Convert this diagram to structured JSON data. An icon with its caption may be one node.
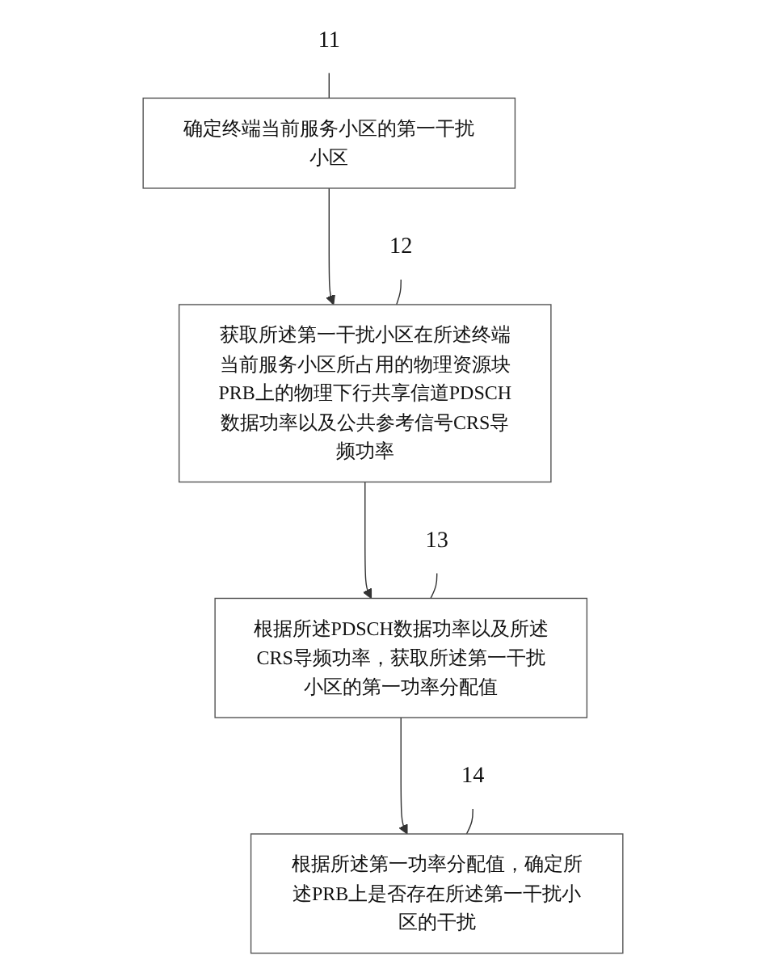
{
  "diagram": {
    "nodes": [
      {
        "text": [
          "确定终端当前服务小区的第一干扰小区"
        ]
      },
      {
        "text": [
          "11"
        ]
      },
      {
        "text": [
          "获取所述第一干扰小区在所述终端当前服务小区所占用的物理资源块PRB上的物理下行共享信道PDSCH数据功率以及公共参考信号CRS导频功率"
        ]
      },
      {
        "text": [
          "12"
        ]
      },
      {
        "text": [
          "根据所述PDSCH数据功率以及所述CRS导频功率，获取所述第一干扰小区的第一功率分配值"
        ]
      },
      {
        "text": [
          "13"
        ]
      },
      {
        "text": [
          "根据所述第一功率分配值，确定所述PRB上是否存在所述第一干扰小区的干扰"
        ]
      },
      {
        "text": [
          "14"
        ]
      }
    ],
    "edges": [
      {
        "from": 0,
        "to": 2,
        "arrow": "to"
      },
      {
        "from": 2,
        "to": 4,
        "arrow": "to"
      },
      {
        "from": 4,
        "to": 6,
        "arrow": "to"
      },
      {
        "from": 1,
        "to": 0,
        "arrow": "none"
      },
      {
        "from": 3,
        "to": 2,
        "arrow": "none"
      },
      {
        "from": 5,
        "to": 4,
        "arrow": "none"
      },
      {
        "from": 7,
        "to": 6,
        "arrow": "none"
      }
    ]
  }
}
